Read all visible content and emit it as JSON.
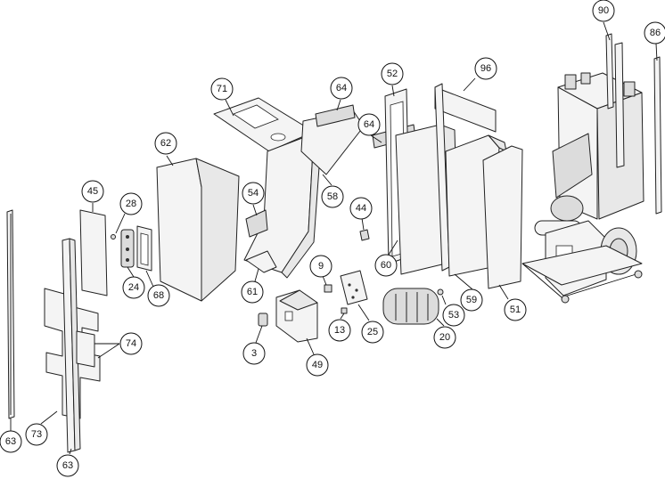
{
  "diagram": {
    "callouts": [
      {
        "id": "c90",
        "label": "90"
      },
      {
        "id": "c86",
        "label": "86"
      },
      {
        "id": "c96",
        "label": "96"
      },
      {
        "id": "c52",
        "label": "52"
      },
      {
        "id": "c71",
        "label": "71"
      },
      {
        "id": "c64a",
        "label": "64"
      },
      {
        "id": "c64b",
        "label": "64"
      },
      {
        "id": "c62",
        "label": "62"
      },
      {
        "id": "c58",
        "label": "58"
      },
      {
        "id": "c54",
        "label": "54"
      },
      {
        "id": "c45",
        "label": "45"
      },
      {
        "id": "c28",
        "label": "28"
      },
      {
        "id": "c44",
        "label": "44"
      },
      {
        "id": "c24",
        "label": "24"
      },
      {
        "id": "c68",
        "label": "68"
      },
      {
        "id": "c61",
        "label": "61"
      },
      {
        "id": "c9",
        "label": "9"
      },
      {
        "id": "c60",
        "label": "60"
      },
      {
        "id": "c59",
        "label": "59"
      },
      {
        "id": "c51",
        "label": "51"
      },
      {
        "id": "c53",
        "label": "53"
      },
      {
        "id": "c20",
        "label": "20"
      },
      {
        "id": "c25",
        "label": "25"
      },
      {
        "id": "c13",
        "label": "13"
      },
      {
        "id": "c49",
        "label": "49"
      },
      {
        "id": "c3",
        "label": "3"
      },
      {
        "id": "c74",
        "label": "74"
      },
      {
        "id": "c63a",
        "label": "63"
      },
      {
        "id": "c73",
        "label": "73"
      },
      {
        "id": "c63b",
        "label": "63"
      }
    ]
  }
}
